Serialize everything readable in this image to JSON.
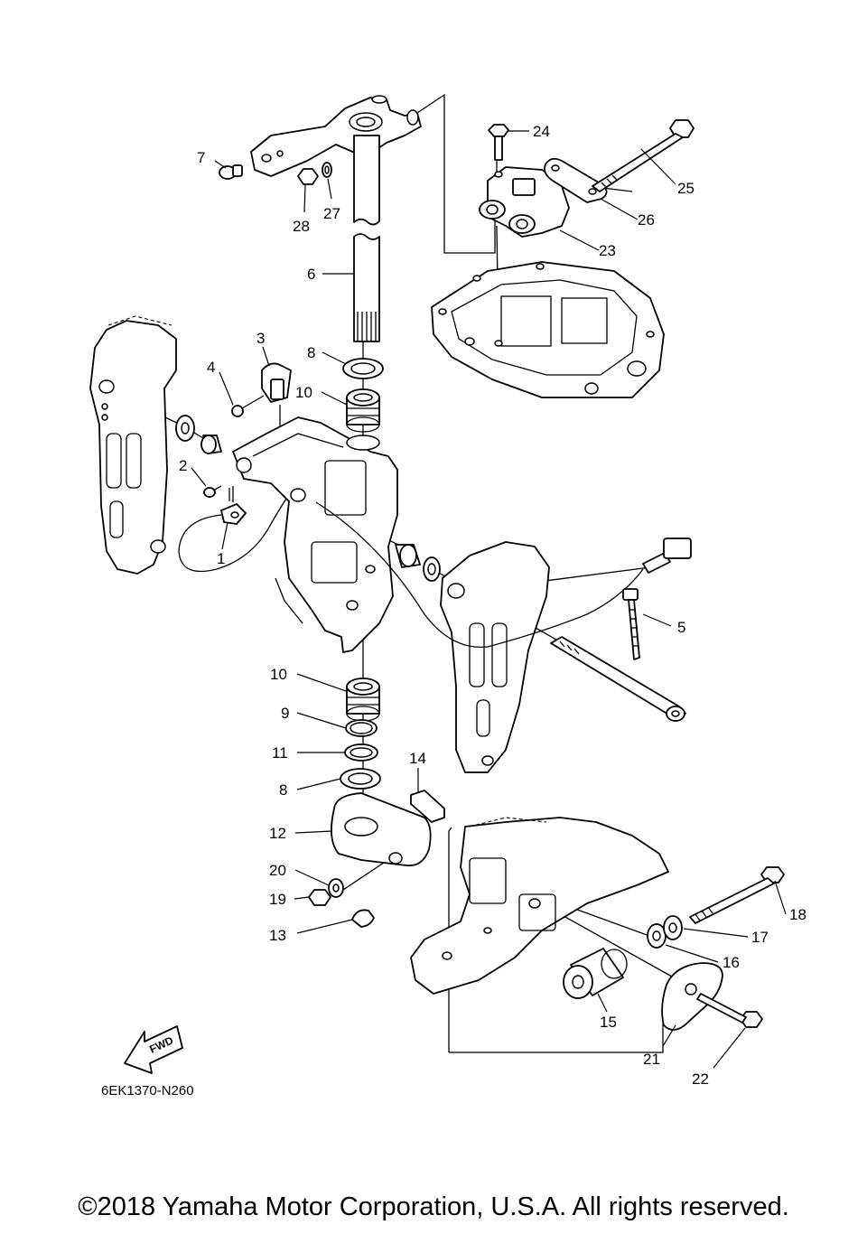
{
  "diagram_code": "6EK1370-N260",
  "fwd_label": "FWD",
  "copyright": "©2018 Yamaha Motor Corporation, U.S.A. All rights reserved.",
  "callouts": [
    "1",
    "2",
    "3",
    "4",
    "5",
    "6",
    "7",
    "8",
    "8",
    "9",
    "10",
    "10",
    "11",
    "12",
    "13",
    "14",
    "15",
    "16",
    "17",
    "18",
    "19",
    "20",
    "21",
    "22",
    "23",
    "24",
    "25",
    "26",
    "27",
    "28"
  ]
}
